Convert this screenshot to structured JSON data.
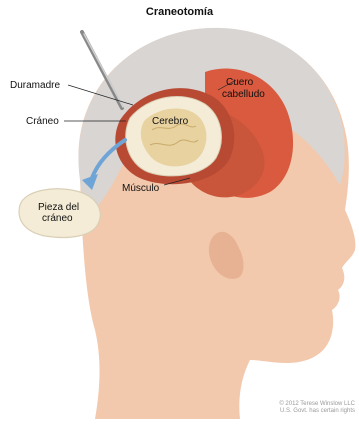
{
  "title": "Craneotomía",
  "labels": {
    "duramadre": "Duramadre",
    "craneo": "Cráneo",
    "cerebro": "Cerebro",
    "cuero": "Cuero",
    "cabelludo": "cabelludo",
    "musculo": "Músculo",
    "pieza_line1": "Pieza del",
    "pieza_line2": "cráneo"
  },
  "credit": {
    "line1": "© 2012 Terese Winslow LLC",
    "line2": "U.S. Govt. has certain rights"
  },
  "colors": {
    "skin": "#f3c9ae",
    "skin_shadow": "#e7b293",
    "hair": "#d8d5d3",
    "scalp_flap": "#d95a3f",
    "muscle": "#c9563a",
    "bone": "#f4ecd6",
    "brain": "#e8d2a0",
    "arrow": "#6fa4d6"
  }
}
